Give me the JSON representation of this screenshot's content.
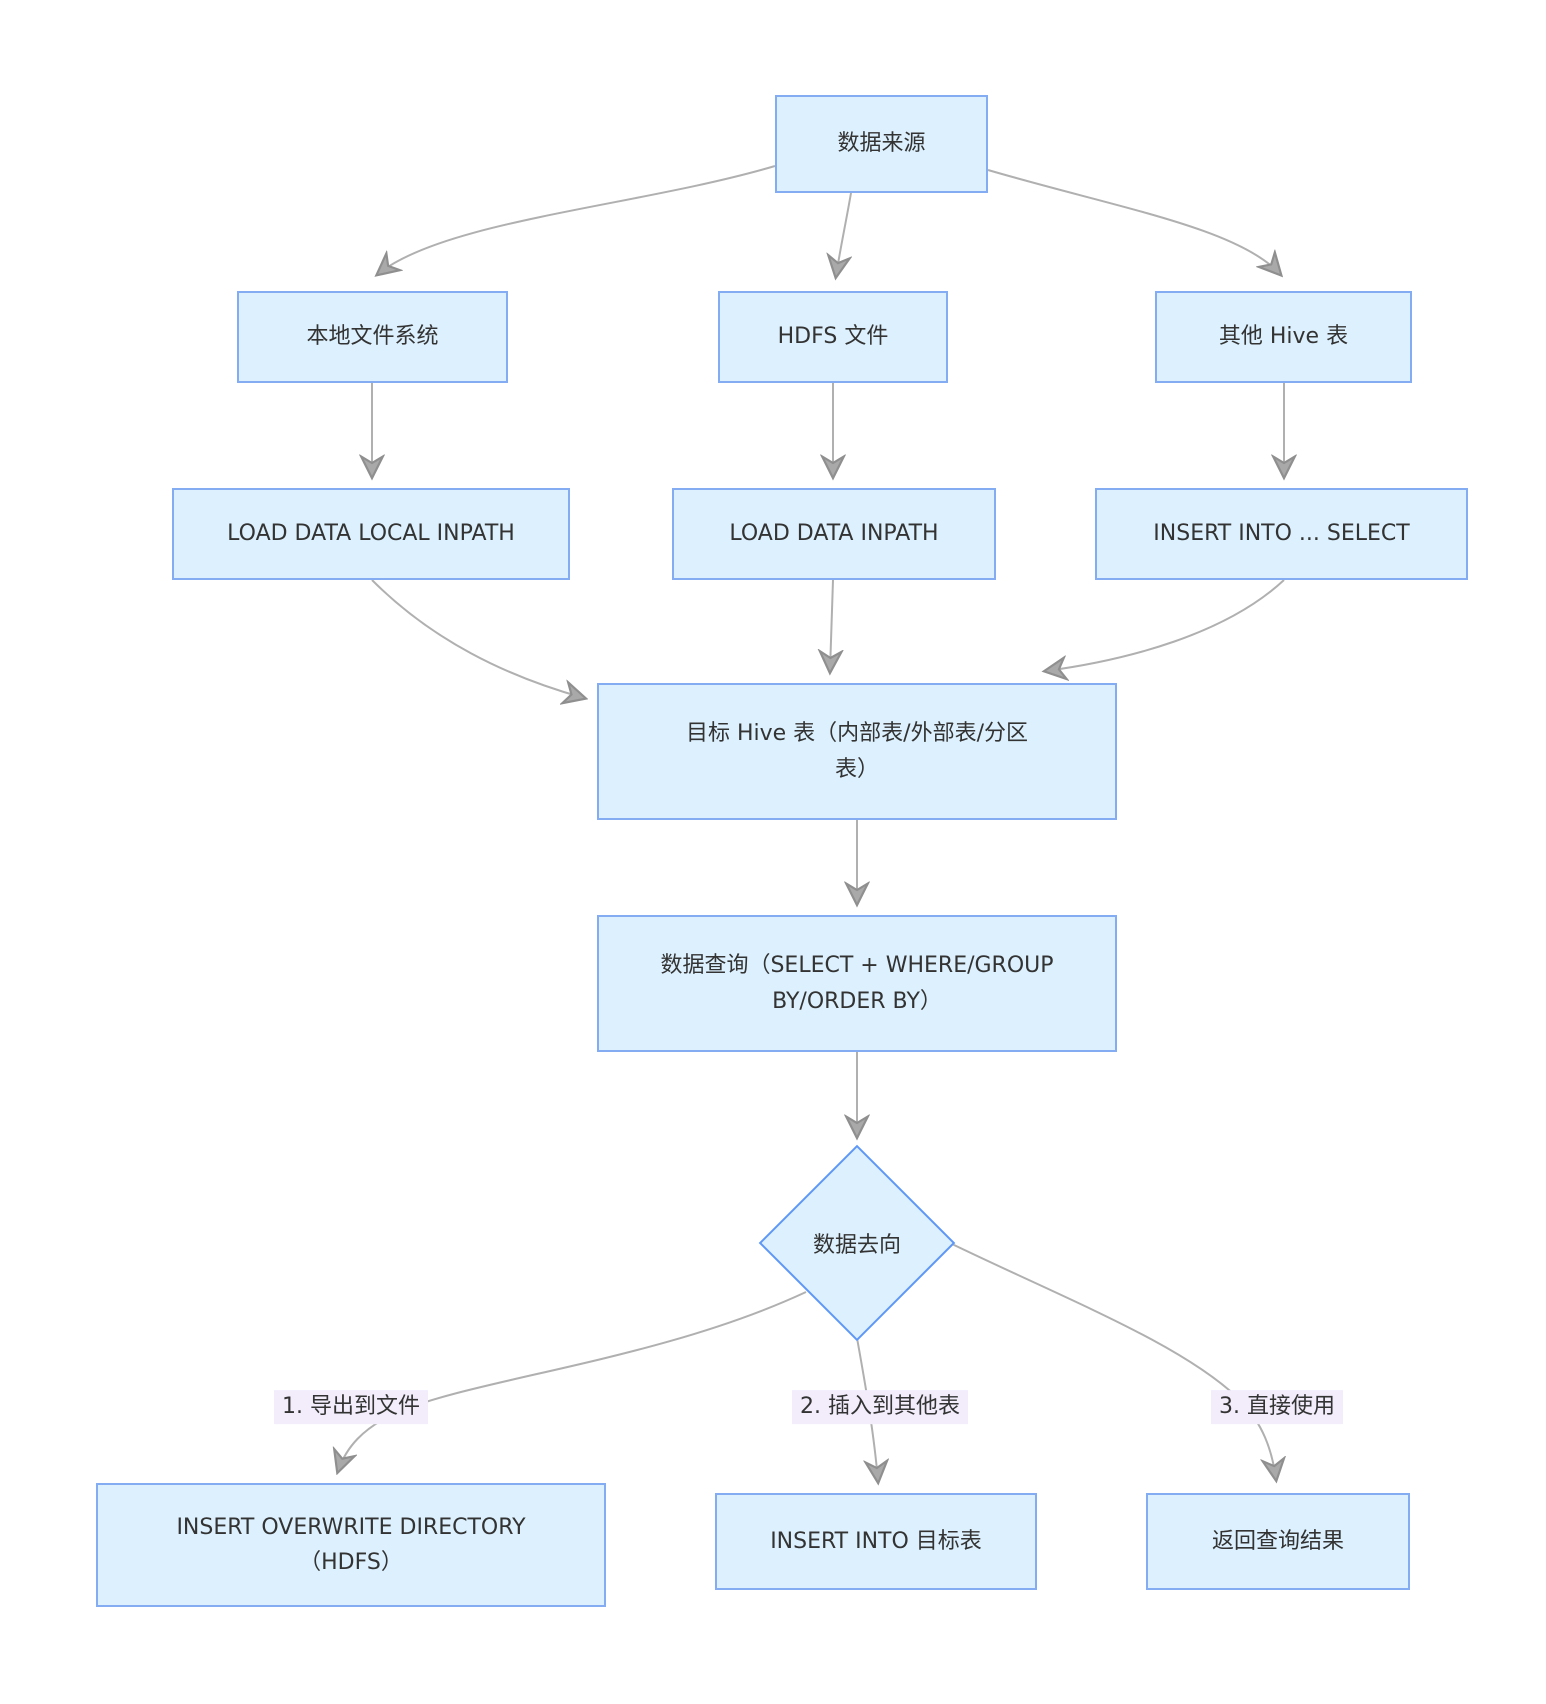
{
  "diagram": {
    "nodes": {
      "source": {
        "label": "数据来源"
      },
      "local_fs": {
        "label": "本地文件系统"
      },
      "hdfs_file": {
        "label": "HDFS 文件"
      },
      "other_hive": {
        "label": "其他 Hive 表"
      },
      "load_local": {
        "label": "LOAD DATA LOCAL INPATH"
      },
      "load_inpath": {
        "label": "LOAD DATA INPATH"
      },
      "insert_select": {
        "label": "INSERT INTO ... SELECT"
      },
      "target_table": {
        "label": "目标 Hive 表（内部表/外部表/分区\n表）"
      },
      "query": {
        "label": "数据查询（SELECT + WHERE/GROUP\nBY/ORDER BY）"
      },
      "destination": {
        "label": "数据去向"
      },
      "export_dir": {
        "label": "INSERT OVERWRITE DIRECTORY\n（HDFS）"
      },
      "insert_target": {
        "label": "INSERT INTO 目标表"
      },
      "return_result": {
        "label": "返回查询结果"
      }
    },
    "edge_labels": {
      "to_file": "1. 导出到文件",
      "to_table": "2. 插入到其他表",
      "direct_use": "3. 直接使用"
    },
    "colors": {
      "node_fill": "#dcf0fd",
      "node_border": "#84acf3",
      "decision_border": "#5f97f6",
      "edge_line": "#b0b0b0",
      "edge_label_bg": "#f2ecfb",
      "text": "#333333"
    }
  }
}
